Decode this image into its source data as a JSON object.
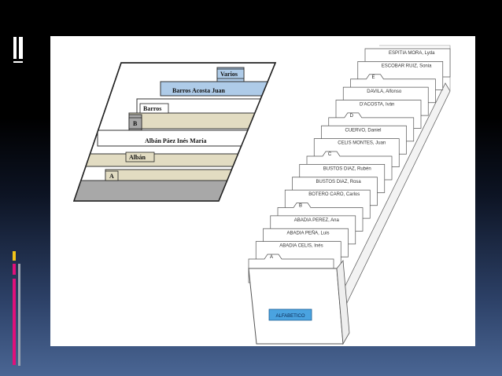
{
  "left_diagram": {
    "tabs": [
      "Varios",
      "B",
      "A"
    ],
    "labels": [
      "Barros Acosta Juan",
      "Barros",
      "Albán Páez Inés María",
      "Albán"
    ]
  },
  "file_box": {
    "cards": [
      "ESPITIA MORA, Lyda",
      "ESCOBAR RUIZ, Sonia",
      "E",
      "DAVILA, Alfonso",
      "D'ACOSTA, Iván",
      "D",
      "CUERVO, Daniel",
      "CELIS MONTES, Juan",
      "C",
      "BUSTOS DIAZ, Rubén",
      "BUSTOS DIAZ, Rosa",
      "BOTERO CARO, Carlos",
      "B",
      "ABADIA PEREZ, Ana",
      "ABADIA PEÑA, Luis",
      "ABADIA CELIS, Inés",
      "A"
    ],
    "front_label": "ALFABETICO"
  },
  "colors": {
    "accent_pink": "#e0107a",
    "accent_gold": "#f2c419",
    "blue_fill": "#aecbe8",
    "khaki_fill": "#e2dcc2",
    "gray_fill": "#a8a8a8"
  }
}
